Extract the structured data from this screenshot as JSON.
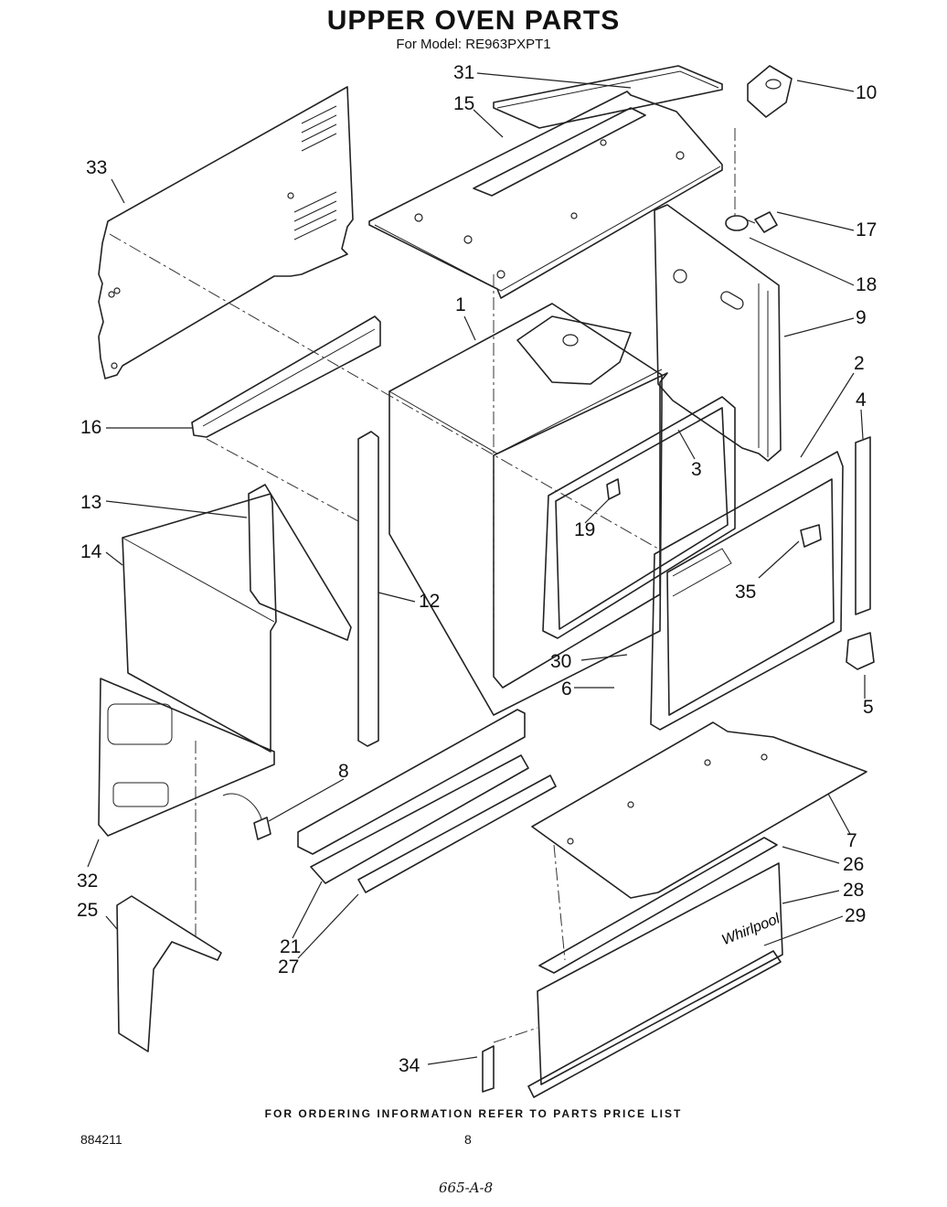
{
  "title": "UPPER OVEN PARTS",
  "subtitle": "For Model: RE963PXPT1",
  "callouts": [
    "31",
    "15",
    "33",
    "10",
    "17",
    "18",
    "1",
    "9",
    "2",
    "4",
    "16",
    "3",
    "19",
    "13",
    "14",
    "12",
    "35",
    "30",
    "6",
    "5",
    "8",
    "7",
    "26",
    "28",
    "29",
    "32",
    "25",
    "21",
    "27",
    "34"
  ],
  "panel_mark": "Whirlpool",
  "footer_note": "FOR ORDERING INFORMATION REFER TO PARTS PRICE LIST",
  "doc_number": "884211",
  "page_number": "8",
  "handwritten_ref": "665-A-8"
}
